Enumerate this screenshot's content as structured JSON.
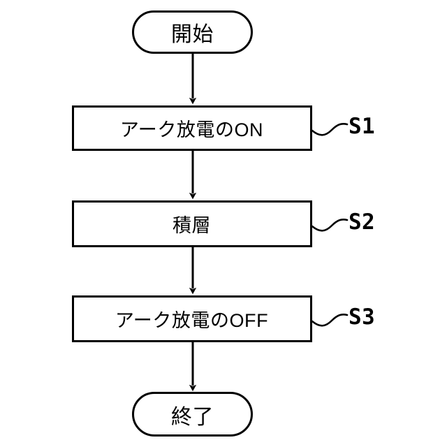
{
  "diagram": {
    "title": "arc-discharge-lamination-flowchart",
    "background_color": "#ffffff",
    "stroke_color": "#000000",
    "fill_color": "#ffffff",
    "nodes": [
      {
        "id": "start",
        "type": "terminal",
        "label": "開始"
      },
      {
        "id": "step1",
        "type": "process",
        "label": "アーク放電のON",
        "tag": "S1"
      },
      {
        "id": "step2",
        "type": "process",
        "label": "積層",
        "tag": "S2"
      },
      {
        "id": "step3",
        "type": "process",
        "label": "アーク放電のOFF",
        "tag": "S3"
      },
      {
        "id": "end",
        "type": "terminal",
        "label": "終了"
      }
    ],
    "edges": [
      {
        "from": "start",
        "to": "step1",
        "arrow": "down"
      },
      {
        "from": "step1",
        "to": "step2",
        "arrow": "down"
      },
      {
        "from": "step2",
        "to": "step3",
        "arrow": "down"
      },
      {
        "from": "step3",
        "to": "end",
        "arrow": "down"
      }
    ]
  }
}
